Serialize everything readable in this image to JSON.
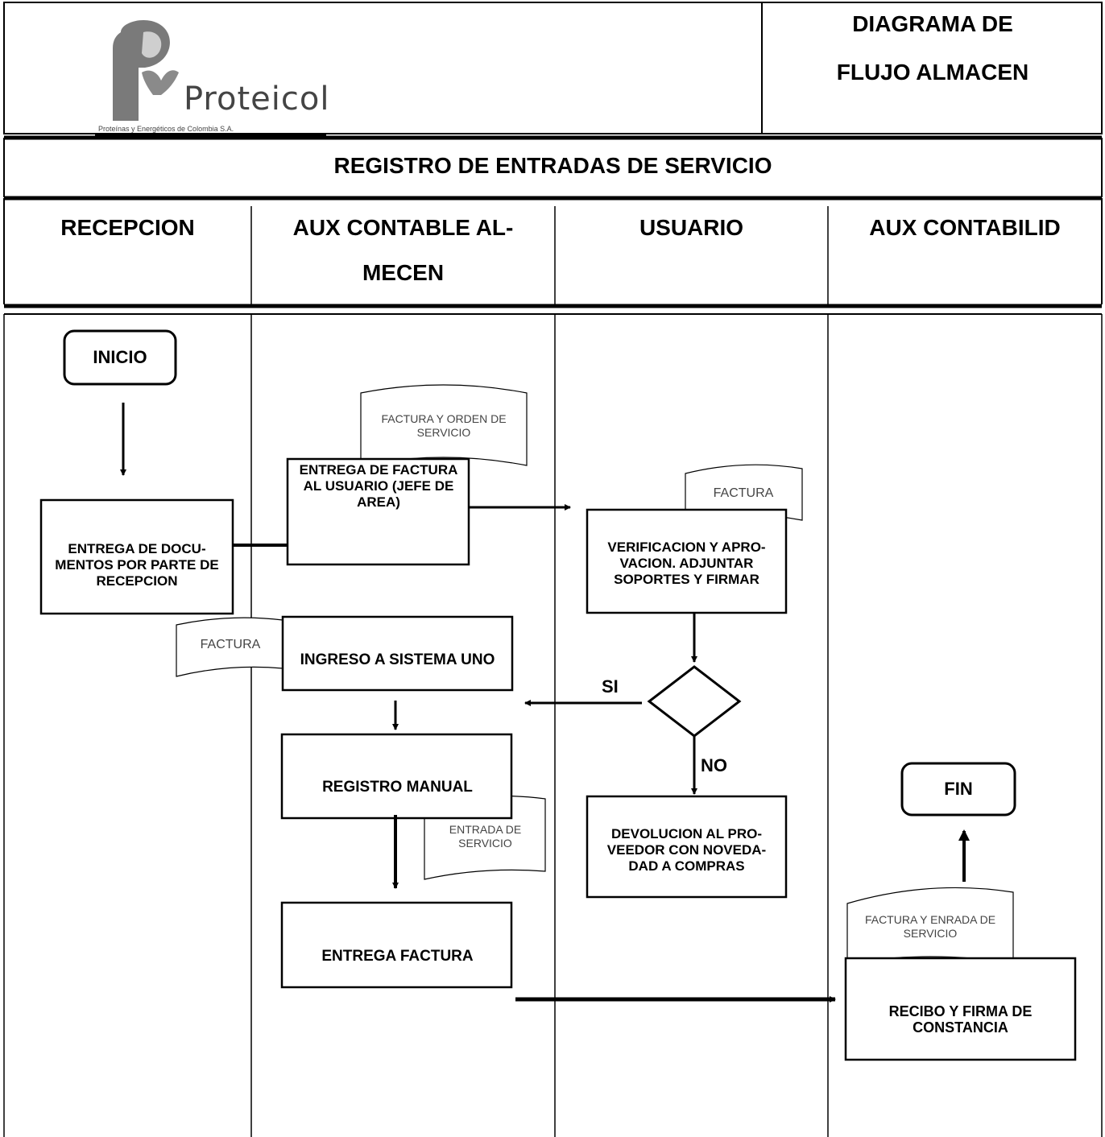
{
  "header": {
    "logo_text": "Proteicol",
    "logo_tagline": "Proteínas y Energéticos de Colombia S.A.",
    "title_line1": "DIAGRAMA DE",
    "title_line2": "FLUJO ALMACEN",
    "subtitle": "REGISTRO DE ENTRADAS DE SERVICIO"
  },
  "lanes": [
    {
      "line1": "RECEPCION",
      "line2": ""
    },
    {
      "line1": "AUX CONTABLE AL-",
      "line2": "MECEN"
    },
    {
      "line1": "USUARIO",
      "line2": ""
    },
    {
      "line1": "AUX CONTABILID",
      "line2": ""
    }
  ],
  "nodes": {
    "inicio": "INICIO",
    "fin": "FIN",
    "entrega_documentos": "ENTREGA DE DOCU- MENTOS POR PARTE DE RECEPCION",
    "entrega_factura_usuario": "ENTREGA DE FACTURA AL USUARIO (JEFE DE AREA)",
    "verificacion": "VERIFICACION Y APRO- VACION. ADJUNTAR SOPORTES Y FIRMAR",
    "ingreso_sistema": "INGRESO A SISTEMA UNO",
    "registro_manual": "REGISTRO MANUAL",
    "devolucion": "DEVOLUCION AL PRO- VEEDOR CON NOVEDA- DAD A COMPRAS",
    "entrega_factura": "ENTREGA FACTURA",
    "recibo_firma": "RECIBO Y FIRMA DE CONSTANCIA"
  },
  "documents": {
    "factura_orden": "FACTURA Y ORDEN DE SERVICIO",
    "factura_usuario": "FACTURA",
    "factura_recepcion": "FACTURA",
    "entrada_servicio": "ENTRADA DE SERVICIO",
    "factura_entrada": "FACTURA Y ENRADA DE SERVICIO"
  },
  "decision": {
    "yes_label": "SI",
    "no_label": "NO"
  }
}
